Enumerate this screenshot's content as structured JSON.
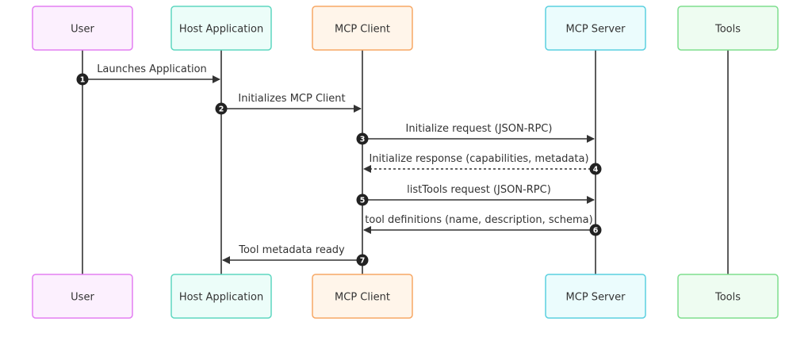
{
  "participants": [
    {
      "id": "user",
      "label": "User",
      "fill": "#fcf0fe",
      "stroke": "#e37ff2"
    },
    {
      "id": "host",
      "label": "Host Application",
      "fill": "#ecfdf9",
      "stroke": "#5ed7c0"
    },
    {
      "id": "client",
      "label": "MCP Client",
      "fill": "#fff5ea",
      "stroke": "#f7a865"
    },
    {
      "id": "server",
      "label": "MCP Server",
      "fill": "#ebfcfd",
      "stroke": "#5bd0e0"
    },
    {
      "id": "tools",
      "label": "Tools",
      "fill": "#eefcf1",
      "stroke": "#7ede8e"
    }
  ],
  "messages": [
    {
      "num": "1",
      "from": "user",
      "to": "host",
      "label": "Launches Application",
      "style": "solid"
    },
    {
      "num": "2",
      "from": "host",
      "to": "client",
      "label": "Initializes MCP Client",
      "style": "solid"
    },
    {
      "num": "3",
      "from": "client",
      "to": "server",
      "label": "Initialize request (JSON-RPC)",
      "style": "solid"
    },
    {
      "num": "4",
      "from": "server",
      "to": "client",
      "label": "Initialize response (capabilities, metadata)",
      "style": "dotted"
    },
    {
      "num": "5",
      "from": "client",
      "to": "server",
      "label": "listTools request (JSON-RPC)",
      "style": "solid"
    },
    {
      "num": "6",
      "from": "server",
      "to": "client",
      "label": "tool definitions (name, description, schema)",
      "style": "solid"
    },
    {
      "num": "7",
      "from": "client",
      "to": "host",
      "label": "Tool metadata ready",
      "style": "solid"
    }
  ]
}
